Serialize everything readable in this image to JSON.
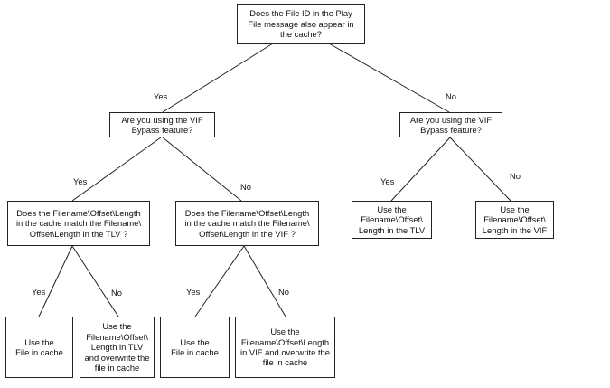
{
  "nodes": {
    "q_file_id": "Does the File ID in the Play\nFile message also appear in\nthe cache?",
    "q_vif_left": "Are you using the VIF\nBypass feature?",
    "q_vif_right": "Are you using the VIF\nBypass feature?",
    "q_match_tlv": "Does the Filename\\Offset\\Length\nin the cache match the Filename\\\nOffset\\Length in the TLV ?",
    "q_match_vif": "Does the Filename\\Offset\\Length\nin the cache match the Filename\\\nOffset\\Length in the VIF ?",
    "a_use_tlv": "Use the\nFilename\\Offset\\\nLength in the TLV",
    "a_use_vif": "Use the\nFilename\\Offset\\\nLength in the VIF",
    "a_cache_1": "Use the\nFile in cache",
    "a_overwrite_tlv": "Use the\nFilename\\Offset\\\nLength in TLV\nand overwrite the\nfile in cache",
    "a_cache_2": "Use the\nFile in cache",
    "a_overwrite_vif": "Use the\nFilename\\Offset\\Length\nin VIF and overwrite the\nfile in cache"
  },
  "edges": {
    "root_yes": "Yes",
    "root_no": "No",
    "left_yes": "Yes",
    "left_no": "No",
    "right_yes": "Yes",
    "right_no": "No",
    "tlv_yes": "Yes",
    "tlv_no": "No",
    "vif_yes": "Yes",
    "vif_no": "No"
  }
}
